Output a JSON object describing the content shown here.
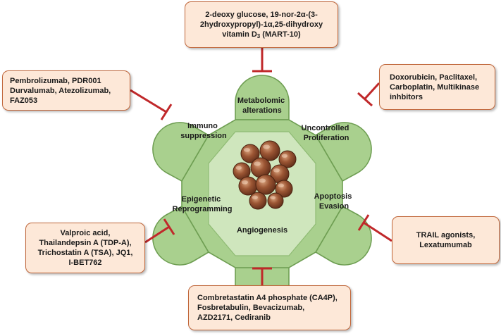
{
  "hallmarks": {
    "metabolomic": [
      "Metabolomic",
      "alterations"
    ],
    "proliferation": [
      "Uncontrolled",
      "Proliferation"
    ],
    "apoptosis": [
      "Apoptosis",
      "Evasion"
    ],
    "angiogenesis": [
      "Angiogenesis"
    ],
    "epigenetic": [
      "Epigenetic",
      "Reprogramming"
    ],
    "immuno": [
      "Immuno",
      "suppression"
    ]
  },
  "inhibitors": {
    "metabolomic": {
      "line1": "2-deoxy glucose, 19-nor-2α-(3-",
      "line2": "2hydroxypropyl)-1α,25-dihydroxy",
      "line3_main": "vitamin D",
      "line3_sub": "3",
      "line3_tail": " (MART-10)"
    },
    "proliferation": [
      "Doxorubicin, Paclitaxel,",
      "Carboplatin, Multikinase",
      "inhbitors"
    ],
    "apoptosis": [
      "TRAIL agonists,",
      "Lexatumumab"
    ],
    "angiogenesis": [
      "Combretastatin A4 phosphate (CA4P),",
      "Fosbretabulin, Bevacizumab,",
      "AZD2171, Cediranib"
    ],
    "epigenetic": [
      "Valproic acid,",
      "Thailandepsin A (TDP-A),",
      "Trichostatin A (TSA), JQ1,",
      "I-BET762"
    ],
    "immuno": [
      "Pembrolizumab, PDR001",
      "Durvalumab, Atezolizumab,",
      "FAZ053"
    ]
  },
  "colors": {
    "petal_fill": "#a9d08e",
    "petal_stroke": "#6e9e52",
    "hexagon_fill": "#cfe6bd",
    "inhibition_line": "#c0282a",
    "box_fill": "#fde8d8",
    "box_border": "#c0663a",
    "cell_fill": "#8b4a2e"
  }
}
